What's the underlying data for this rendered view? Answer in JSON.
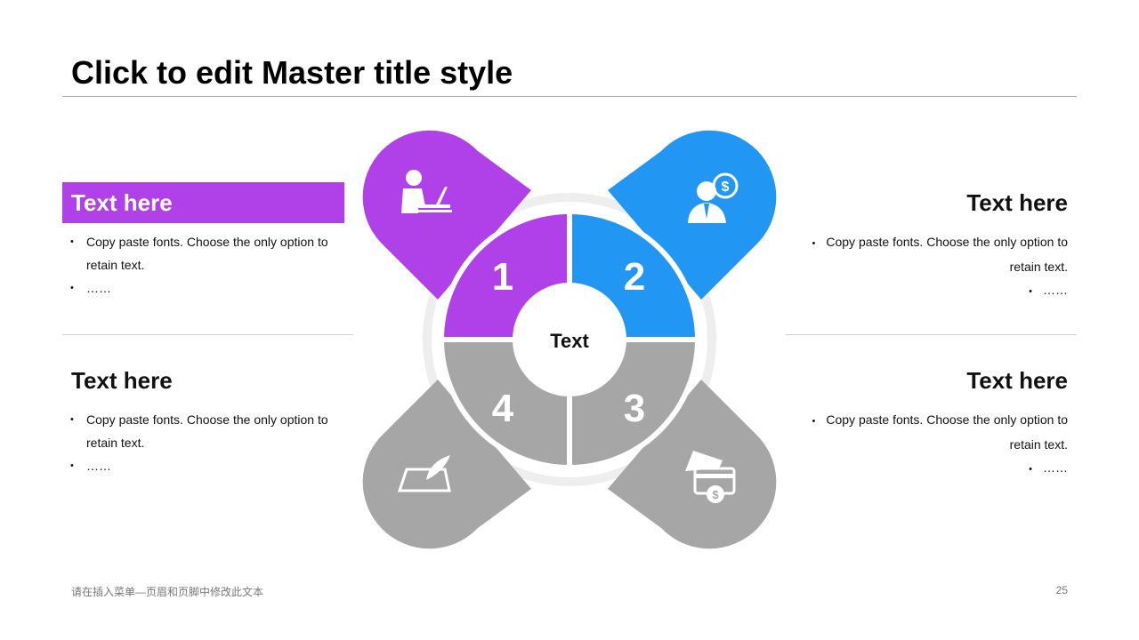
{
  "slide": {
    "title": "Click to edit Master title style",
    "footer_note": "请在插入菜单—页眉和页脚中修改此文本",
    "page_number": "25"
  },
  "colors": {
    "purple": "#b040e8",
    "blue": "#2196f3",
    "gray": "#a6a6a6",
    "ring": "#eeeeee",
    "white": "#ffffff"
  },
  "blocks": {
    "top_left": {
      "heading": "Text here",
      "bullets": [
        "Copy paste fonts. Choose the only option to retain text.",
        "……"
      ]
    },
    "top_right": {
      "heading": "Text here",
      "bullets": [
        "Copy paste fonts. Choose the only option to retain text.",
        "……"
      ]
    },
    "bottom_left": {
      "heading": "Text here",
      "bullets": [
        "Copy paste fonts. Choose the only option to retain text.",
        "……"
      ]
    },
    "bottom_right": {
      "heading": "Text here",
      "bullets": [
        "Copy paste fonts. Choose the only option to retain text.",
        "……"
      ]
    }
  },
  "diagram": {
    "center_label": "Text",
    "segments": [
      {
        "number": "1",
        "icon": "person-laptop-icon"
      },
      {
        "number": "2",
        "icon": "businessman-dollar-icon"
      },
      {
        "number": "3",
        "icon": "payment-card-icon"
      },
      {
        "number": "4",
        "icon": "document-quill-icon"
      }
    ]
  }
}
